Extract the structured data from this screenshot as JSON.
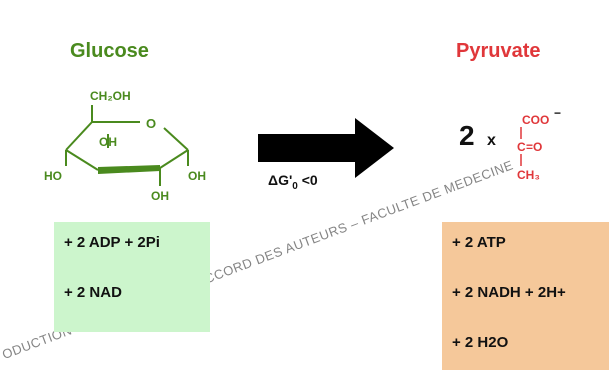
{
  "glucose": {
    "title": "Glucose",
    "structure": {
      "ch2oh": "CH₂OH",
      "ring_o": "O",
      "oh_left_inner": "OH",
      "ho_left": "HO",
      "oh_right": "OH",
      "oh_bottom": "OH"
    }
  },
  "pyruvate": {
    "title": "Pyruvate",
    "coefficient": "2",
    "times": "x",
    "structure": {
      "coo": "COO",
      "charge": "−",
      "carbonyl_c": "C",
      "carbonyl_o": "=O",
      "ch3": "CH₃"
    }
  },
  "reaction": {
    "delta": "Δ",
    "g_prime": "G'",
    "subscript": "0",
    "condition": "<0"
  },
  "reactants": [
    "+ 2 ADP + 2Pi",
    "+ 2 NAD"
  ],
  "products": [
    "+ 2 ATP",
    "+ 2 NADH + 2H+",
    "+ 2 H2O"
  ],
  "watermark": "ODUCTION INTERDITE SANS L'ACCORD DES AUTEURS – FACULTE DE MEDECINE",
  "colors": {
    "glucose": "#4a8a1e",
    "pyruvate": "#e0373a",
    "reactant_box": "#ccf5cc",
    "product_box": "#f5c89a",
    "arrow": "#000000"
  }
}
